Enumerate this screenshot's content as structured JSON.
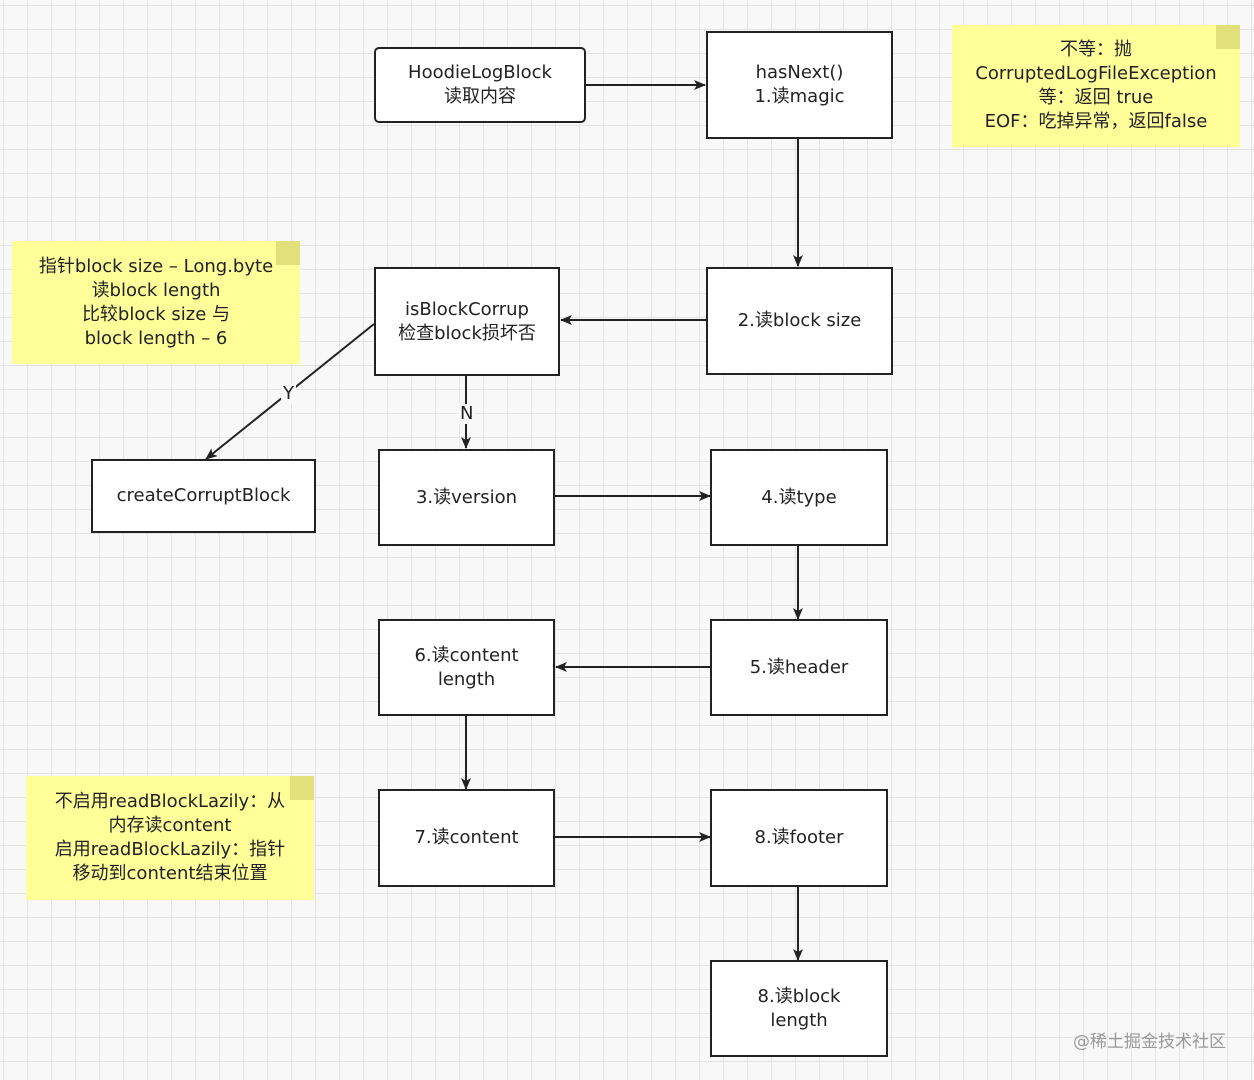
{
  "nodes": {
    "hoodie_log_block": [
      "HoodieLogBlock",
      "读取内容"
    ],
    "has_next": [
      "hasNext()",
      "1.读magic"
    ],
    "read_block_size": [
      "2.读block size"
    ],
    "is_block_corrupt": [
      "isBlockCorrup",
      "检查block损坏否"
    ],
    "create_corrupt_block": [
      "createCorruptBlock"
    ],
    "read_version": [
      "3.读version"
    ],
    "read_type": [
      "4.读type"
    ],
    "read_header": [
      "5.读header"
    ],
    "read_content_length": [
      "6.读content",
      "length"
    ],
    "read_content": [
      "7.读content"
    ],
    "read_footer": [
      "8.读footer"
    ],
    "read_block_length": [
      "8.读block",
      "length"
    ]
  },
  "notes": {
    "magic_note": [
      "不等：抛",
      "CorruptedLogFileException",
      "等：返回 true",
      "EOF：吃掉异常，返回false"
    ],
    "corrupt_check_note": [
      "指针block size – Long.byte",
      "读block length",
      "比较block size 与",
      "block length – 6"
    ],
    "lazy_read_note": [
      "不启用readBlockLazily：从",
      "内存读content",
      "启用readBlockLazily：指针",
      "移动到content结束位置"
    ]
  },
  "edge_labels": {
    "yes": "Y",
    "no": "N"
  },
  "edges": [
    {
      "from": "hoodie_log_block",
      "to": "has_next"
    },
    {
      "from": "has_next",
      "to": "read_block_size"
    },
    {
      "from": "read_block_size",
      "to": "is_block_corrupt"
    },
    {
      "from": "is_block_corrupt",
      "to": "create_corrupt_block",
      "label": "Y"
    },
    {
      "from": "is_block_corrupt",
      "to": "read_version",
      "label": "N"
    },
    {
      "from": "read_version",
      "to": "read_type"
    },
    {
      "from": "read_type",
      "to": "read_header"
    },
    {
      "from": "read_header",
      "to": "read_content_length"
    },
    {
      "from": "read_content_length",
      "to": "read_content"
    },
    {
      "from": "read_content",
      "to": "read_footer"
    },
    {
      "from": "read_footer",
      "to": "read_block_length"
    }
  ],
  "watermark": "@稀土掘金技术社区"
}
